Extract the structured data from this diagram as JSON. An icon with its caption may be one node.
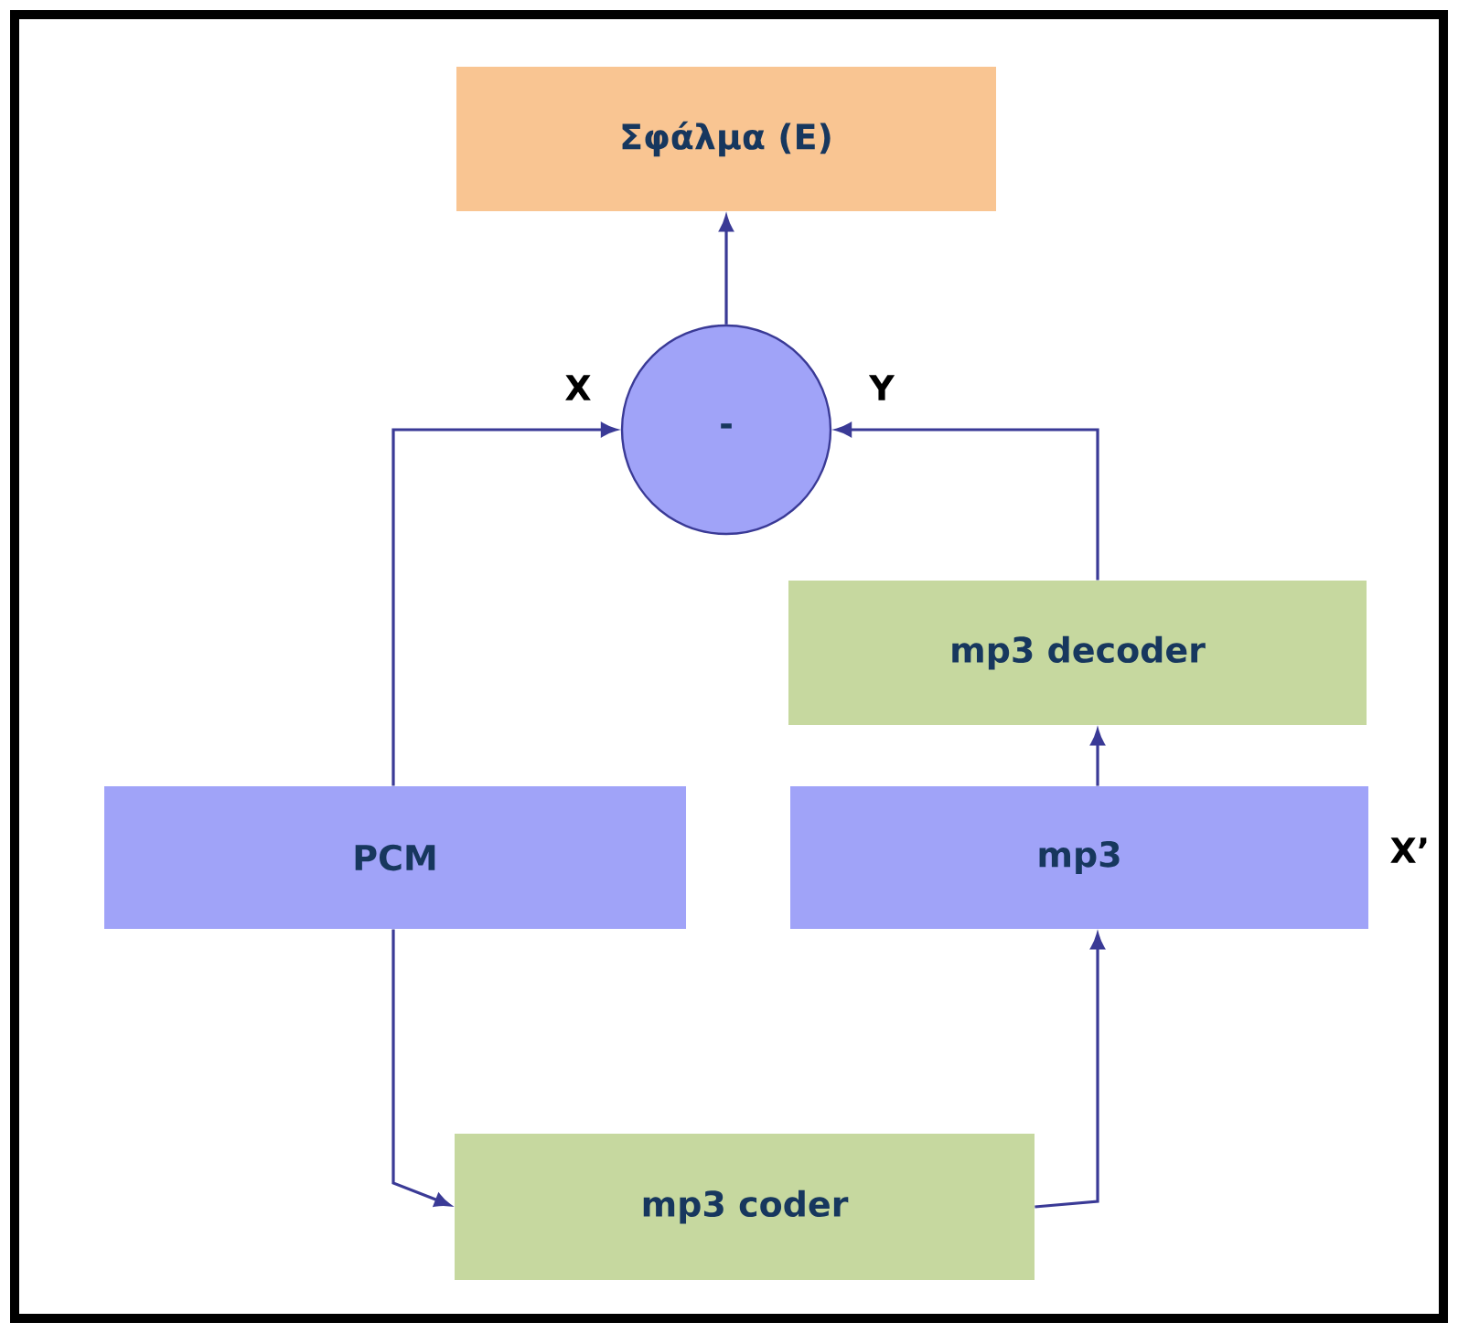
{
  "diagram": {
    "nodes": [
      {
        "text": [
          "Σφάλμα (E)"
        ]
      },
      {
        "text": [
          "-"
        ]
      },
      {
        "text": [
          "mp3 decoder"
        ]
      },
      {
        "text": [
          "PCM"
        ]
      },
      {
        "text": [
          "mp3"
        ],
        "beside": [
          "X’"
        ]
      },
      {
        "text": [
          "mp3 coder"
        ]
      }
    ],
    "edges": [
      {
        "from": 1,
        "to": 0,
        "arrow": "to"
      },
      {
        "from": 3,
        "to": 1,
        "arrow": "to",
        "label": "X"
      },
      {
        "from": 2,
        "to": 1,
        "arrow": "to",
        "label": "Y"
      },
      {
        "from": 4,
        "to": 2,
        "arrow": "to"
      },
      {
        "from": 3,
        "to": 5,
        "arrow": "to"
      },
      {
        "from": 5,
        "to": 4,
        "arrow": "to"
      }
    ]
  }
}
